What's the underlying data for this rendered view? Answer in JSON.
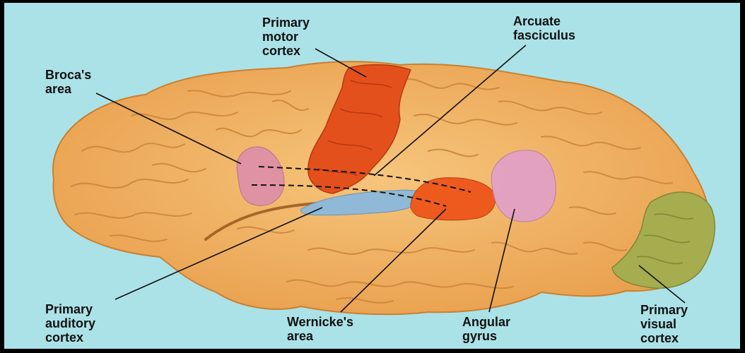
{
  "labels": {
    "primary_motor_cortex": [
      "Primary",
      "motor",
      "cortex"
    ],
    "arcuate_fasciculus": [
      "Arcuate",
      "fasciculus"
    ],
    "brocas_area": [
      "Broca's",
      "area"
    ],
    "primary_auditory_cortex": [
      "Primary",
      "auditory",
      "cortex"
    ],
    "wernickes_area": [
      "Wernicke's",
      "area"
    ],
    "angular_gyrus": [
      "Angular",
      "gyrus"
    ],
    "primary_visual_cortex": [
      "Primary",
      "visual",
      "cortex"
    ]
  },
  "colors": {
    "background": "#abe2e8",
    "brain": "#f2b867",
    "brain_outline": "#c9802f",
    "motor_cortex": "#e4501c",
    "brocas_area": "#dd8fa8",
    "auditory_cortex": "#8fb9d6",
    "wernickes_area": "#ee5a1e",
    "angular_gyrus": "#e2a0c8",
    "visual_cortex": "#a5ad4f"
  }
}
